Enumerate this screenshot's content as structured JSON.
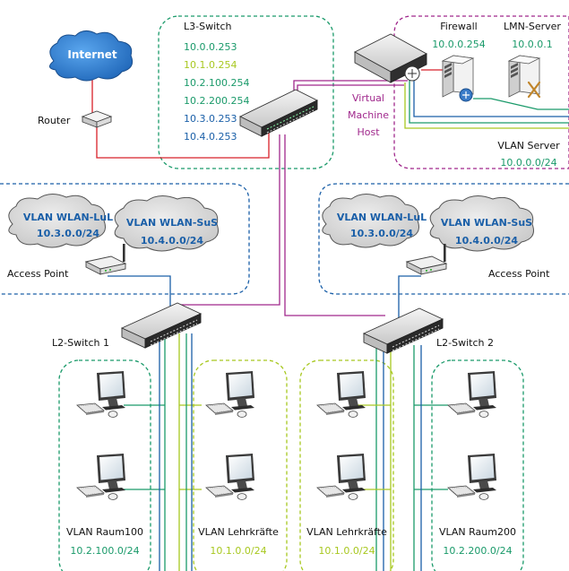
{
  "colors": {
    "green": "#1a9a6a",
    "lime": "#a8c820",
    "blue": "#1a5fa8",
    "purple": "#a0288c",
    "red": "#d8202a",
    "cloud_fill": "#d4d4d4",
    "cloud_stroke": "#555555",
    "internet_fill": "#2a7ad0"
  },
  "internet": {
    "label": "Internet"
  },
  "router": {
    "label": "Router"
  },
  "l3switch": {
    "label": "L3-Switch",
    "ips": [
      "10.0.0.253",
      "10.1.0.254",
      "10.2.100.254",
      "10.2.200.254",
      "10.3.0.253",
      "10.4.0.253"
    ]
  },
  "vmhost": {
    "label_lines": [
      "Virtual",
      "Machine",
      "Host"
    ]
  },
  "firewall": {
    "label": "Firewall",
    "ip": "10.0.0.254"
  },
  "lmn_server": {
    "label": "LMN-Server",
    "ip": "10.0.0.1"
  },
  "vlan_server": {
    "label": "VLAN Server",
    "net": "10.0.0.0/24"
  },
  "left_wifi": {
    "lul_label": "VLAN WLAN-LuL",
    "lul_net": "10.3.0.0/24",
    "sus_label": "VLAN WLAN-SuS",
    "sus_net": "10.4.0.0/24",
    "ap_label": "Access Point"
  },
  "right_wifi": {
    "lul_label": "VLAN WLAN-LuL",
    "lul_net": "10.3.0.0/24",
    "sus_label": "VLAN WLAN-SuS",
    "sus_net": "10.4.0.0/24",
    "ap_label": "Access Point"
  },
  "l2switch1": {
    "label": "L2-Switch 1"
  },
  "l2switch2": {
    "label": "L2-Switch 2"
  },
  "groups": [
    {
      "label": "VLAN Raum100",
      "net": "10.2.100.0/24"
    },
    {
      "label": "VLAN Lehrkräfte",
      "net": "10.1.0.0/24"
    },
    {
      "label": "VLAN Lehrkräfte",
      "net": "10.1.0.0/24"
    },
    {
      "label": "VLAN Raum200",
      "net": "10.2.200.0/24"
    }
  ]
}
